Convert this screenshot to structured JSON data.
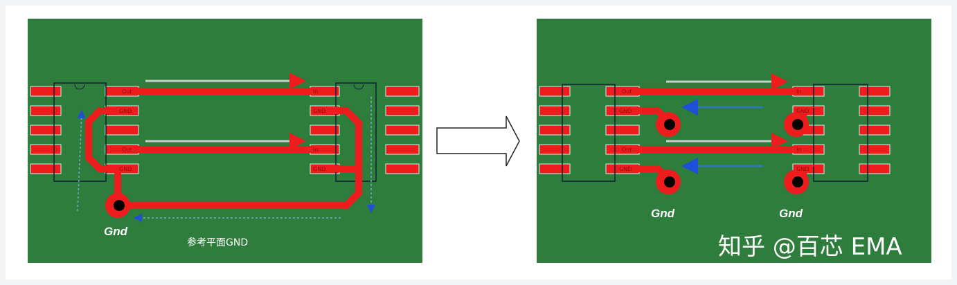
{
  "colors": {
    "board": "#2e7d3c",
    "copper": "#ee1c1c",
    "return_current": "#1f4fd8",
    "signal_arrow": "#c8d0d0",
    "background": "#f3f4f6"
  },
  "left_panel": {
    "pin_labels": [
      "Out",
      "GND",
      "",
      "Out",
      "GND"
    ],
    "right_pin_labels": [
      "In",
      "GND",
      "",
      "In",
      "GND"
    ],
    "via_label": "Gnd",
    "plane_label": "参考平面GND"
  },
  "transition_arrow": "arrow-right-icon",
  "right_panel": {
    "pin_labels": [
      "Out",
      "GND",
      "",
      "Out",
      "GND"
    ],
    "right_pin_labels": [
      "In",
      "GND",
      "",
      "In",
      "GND"
    ],
    "via_labels": [
      "Gnd",
      "Gnd"
    ],
    "watermark": "知乎 @百芯 EMA"
  }
}
